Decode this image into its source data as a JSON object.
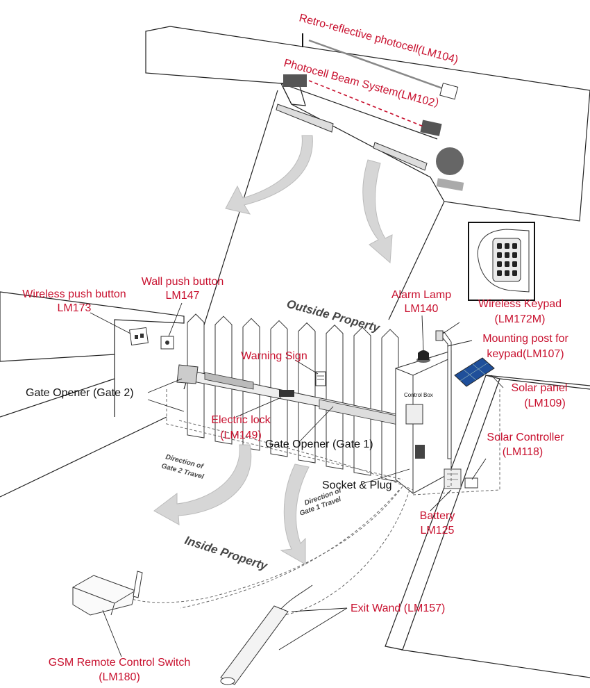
{
  "labels": {
    "retro_photocell": "Retro-reflective photocell(LM104)",
    "photocell_beam": "Photocell Beam System(LM102）",
    "wall_push_button_l1": "Wall push button",
    "wall_push_button_l2": "LM147",
    "wireless_push_button_l1": "Wireless push button",
    "wireless_push_button_l2": "LM173",
    "alarm_lamp_l1": "Alarm Lamp",
    "alarm_lamp_l2": "LM140",
    "wireless_keypad_l1": "Wireless Keypad",
    "wireless_keypad_l2": "(LM172M)",
    "mounting_post_l1": "Mounting post for",
    "mounting_post_l2": "keypad(LM107)",
    "warning_sign": "Warning Sign",
    "solar_panel_l1": "Solar panel",
    "solar_panel_l2": "(LM109)",
    "gate_opener_2": "Gate Opener (Gate 2)",
    "control_box": "Control Box",
    "electric_lock_l1": "Electric lock",
    "electric_lock_l2": "(LM149)",
    "solar_controller_l1": "Solar Controller",
    "solar_controller_l2": "(LM118)",
    "gate_opener_1": "Gate Opener (Gate 1)",
    "socket_plug": "Socket & Plug",
    "battery_l1": "Battery",
    "battery_l2": "LM125",
    "exit_wand": "Exit Wand (LM157)",
    "gsm_l1": "GSM Remote Control Switch",
    "gsm_l2": "(LM180)"
  },
  "zones": {
    "outside": "Outside Property",
    "inside": "Inside Property"
  },
  "directions": {
    "gate2_l1": "Direction of",
    "gate2_l2": "Gate 2 Travel",
    "gate1_l1": "Direction of",
    "gate1_l2": "Gate 1 Travel"
  },
  "colors": {
    "label_red": "#c8102e",
    "line": "#222222",
    "arrow_fill": "#d6d6d6"
  }
}
